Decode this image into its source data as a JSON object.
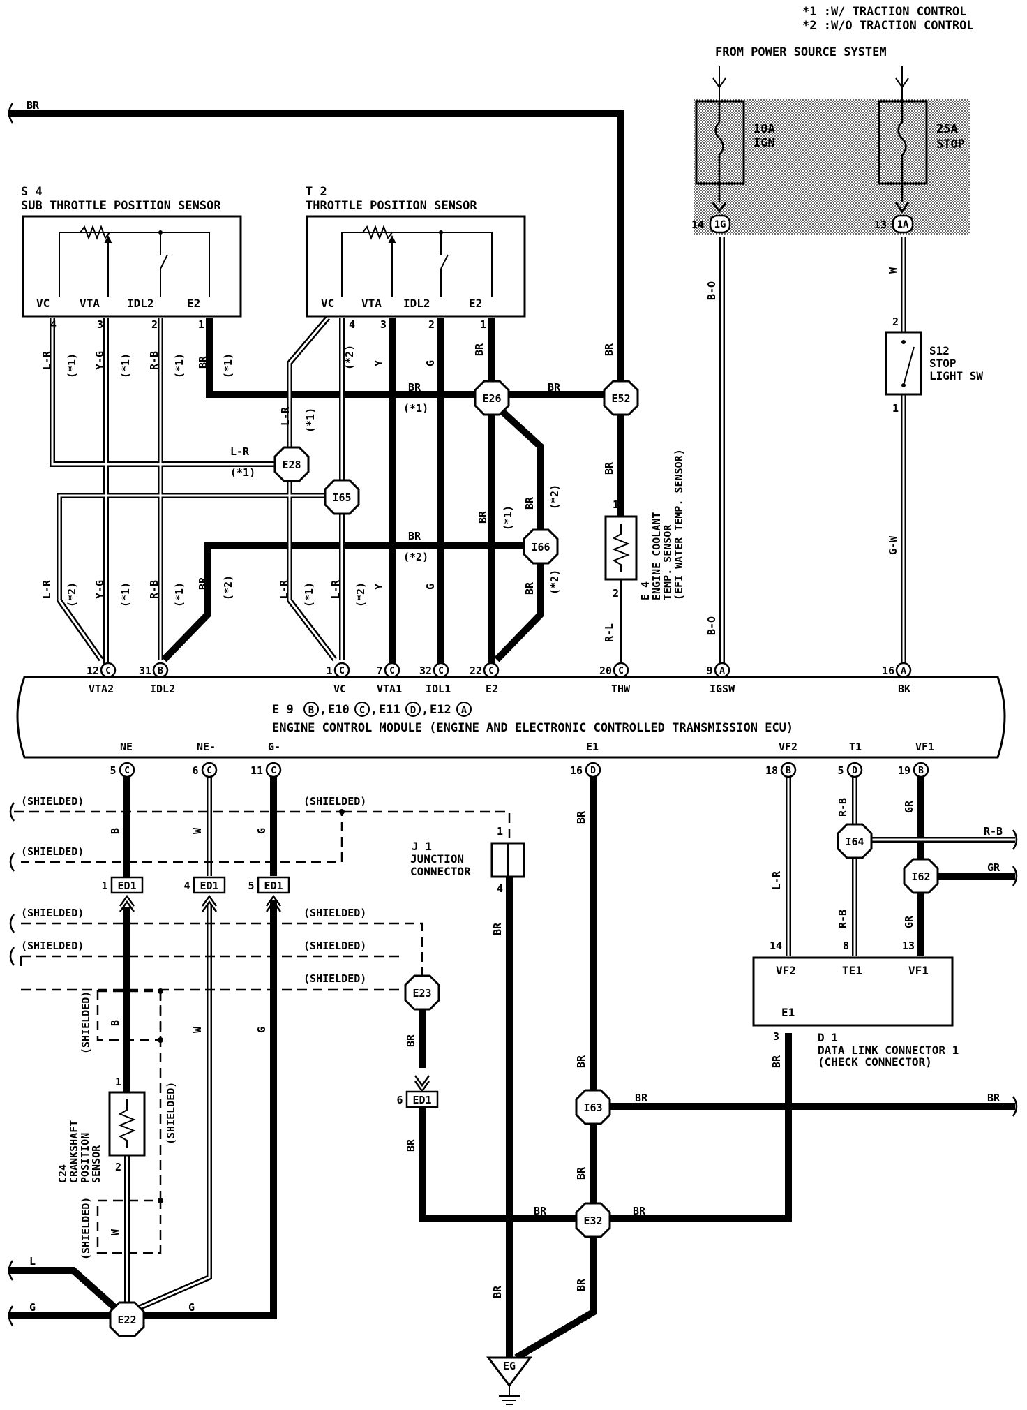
{
  "notes": {
    "n1": "*1 :W/ TRACTION CONTROL",
    "n2": "*2 :W/O TRACTION CONTROL"
  },
  "power": {
    "from_label": "FROM POWER SOURCE SYSTEM",
    "fuse1": {
      "rating": "10A",
      "name": "IGN"
    },
    "fuse2": {
      "rating": "25A",
      "name": "STOP"
    },
    "conn1": {
      "pin": "14",
      "code": "1G"
    },
    "conn2": {
      "pin": "13",
      "code": "1A"
    }
  },
  "sensors": {
    "s4": {
      "code": "S 4",
      "name": "SUB THROTTLE POSITION SENSOR",
      "pins": [
        {
          "label": "VC",
          "num": "4"
        },
        {
          "label": "VTA",
          "num": "3"
        },
        {
          "label": "IDL2",
          "num": "2"
        },
        {
          "label": "E2",
          "num": "1"
        }
      ]
    },
    "t2": {
      "code": "T 2",
      "name": "THROTTLE POSITION SENSOR",
      "pins": [
        {
          "label": "VC",
          "num": "4"
        },
        {
          "label": "VTA",
          "num": "3"
        },
        {
          "label": "IDL2",
          "num": "2"
        },
        {
          "label": "E2",
          "num": "1"
        }
      ]
    },
    "e4": {
      "code": "E 4",
      "line1": "ENGINE COOLANT",
      "line2": "TEMP. SENSOR",
      "line3": "(EFI WATER TEMP. SENSOR)",
      "pin1": "1",
      "pin2": "2"
    },
    "s12": {
      "code": "S12",
      "line1": "STOP",
      "line2": "LIGHT SW",
      "pin1": "2",
      "pin2": "1"
    },
    "c24": {
      "code": "C24",
      "line1": "CRANKSHAFT",
      "line2": "POSITION",
      "line3": "SENSOR",
      "pin1": "1",
      "pin2": "2"
    }
  },
  "junctions": {
    "e26": "E26",
    "e52": "E52",
    "e28": "E28",
    "i65": "I65",
    "i66": "I66",
    "i64": "I64",
    "i62": "I62",
    "e23": "E23",
    "i63": "I63",
    "e32": "E32",
    "e22": "E22"
  },
  "ecm": {
    "connectors_line": {
      "e9": "E 9",
      "e9c": "B",
      "e10": "E10",
      "e10c": "C",
      "e11": "E11",
      "e11c": "D",
      "e12": "E12",
      "e12c": "A"
    },
    "name": "ENGINE CONTROL MODULE (ENGINE AND ELECTRONIC CONTROLLED TRANSMISSION ECU)",
    "top_pins": [
      {
        "num": "12",
        "code": "C",
        "label": "VTA2"
      },
      {
        "num": "31",
        "code": "B",
        "label": "IDL2"
      },
      {
        "num": "1",
        "code": "C",
        "label": "VC"
      },
      {
        "num": "7",
        "code": "C",
        "label": "VTA1"
      },
      {
        "num": "32",
        "code": "C",
        "label": "IDL1"
      },
      {
        "num": "22",
        "code": "C",
        "label": "E2"
      },
      {
        "num": "20",
        "code": "C",
        "label": "THW"
      },
      {
        "num": "9",
        "code": "A",
        "label": "IGSW"
      },
      {
        "num": "16",
        "code": "A",
        "label": "BK"
      }
    ],
    "bottom_pins": [
      {
        "num": "5",
        "code": "C",
        "label": "NE"
      },
      {
        "num": "6",
        "code": "C",
        "label": "NE-"
      },
      {
        "num": "11",
        "code": "C",
        "label": "G-"
      },
      {
        "num": "16",
        "code": "D",
        "label": "E1"
      },
      {
        "num": "18",
        "code": "B",
        "label": "VF2"
      },
      {
        "num": "5",
        "code": "D",
        "label": "T1"
      },
      {
        "num": "19",
        "code": "B",
        "label": "VF1"
      }
    ]
  },
  "ed1": {
    "code": "ED1",
    "pins": [
      "1",
      "4",
      "5",
      "6"
    ]
  },
  "j1": {
    "code": "J 1",
    "line1": "JUNCTION",
    "line2": "CONNECTOR",
    "pin_top": "1",
    "pin_bottom": "4"
  },
  "d1": {
    "code": "D 1",
    "line1": "DATA LINK CONNECTOR 1",
    "line2": "(CHECK CONNECTOR)",
    "pins": [
      {
        "num": "14",
        "label": "VF2"
      },
      {
        "num": "8",
        "label": "TE1"
      },
      {
        "num": "13",
        "label": "VF1"
      }
    ],
    "e1_label": "E1",
    "e1_num": "3"
  },
  "ground": {
    "code": "EG"
  },
  "text": {
    "shielded": "(SHIELDED)",
    "star1": "(*1)",
    "star2": "(*2)"
  },
  "wires": {
    "br": "BR",
    "bo": "B-O",
    "w": "W",
    "gw": "G-W",
    "lr": "L-R",
    "yg": "Y-G",
    "rb": "R-B",
    "y": "Y",
    "g": "G",
    "rl": "R-L",
    "b": "B",
    "gr": "GR",
    "l": "L"
  }
}
